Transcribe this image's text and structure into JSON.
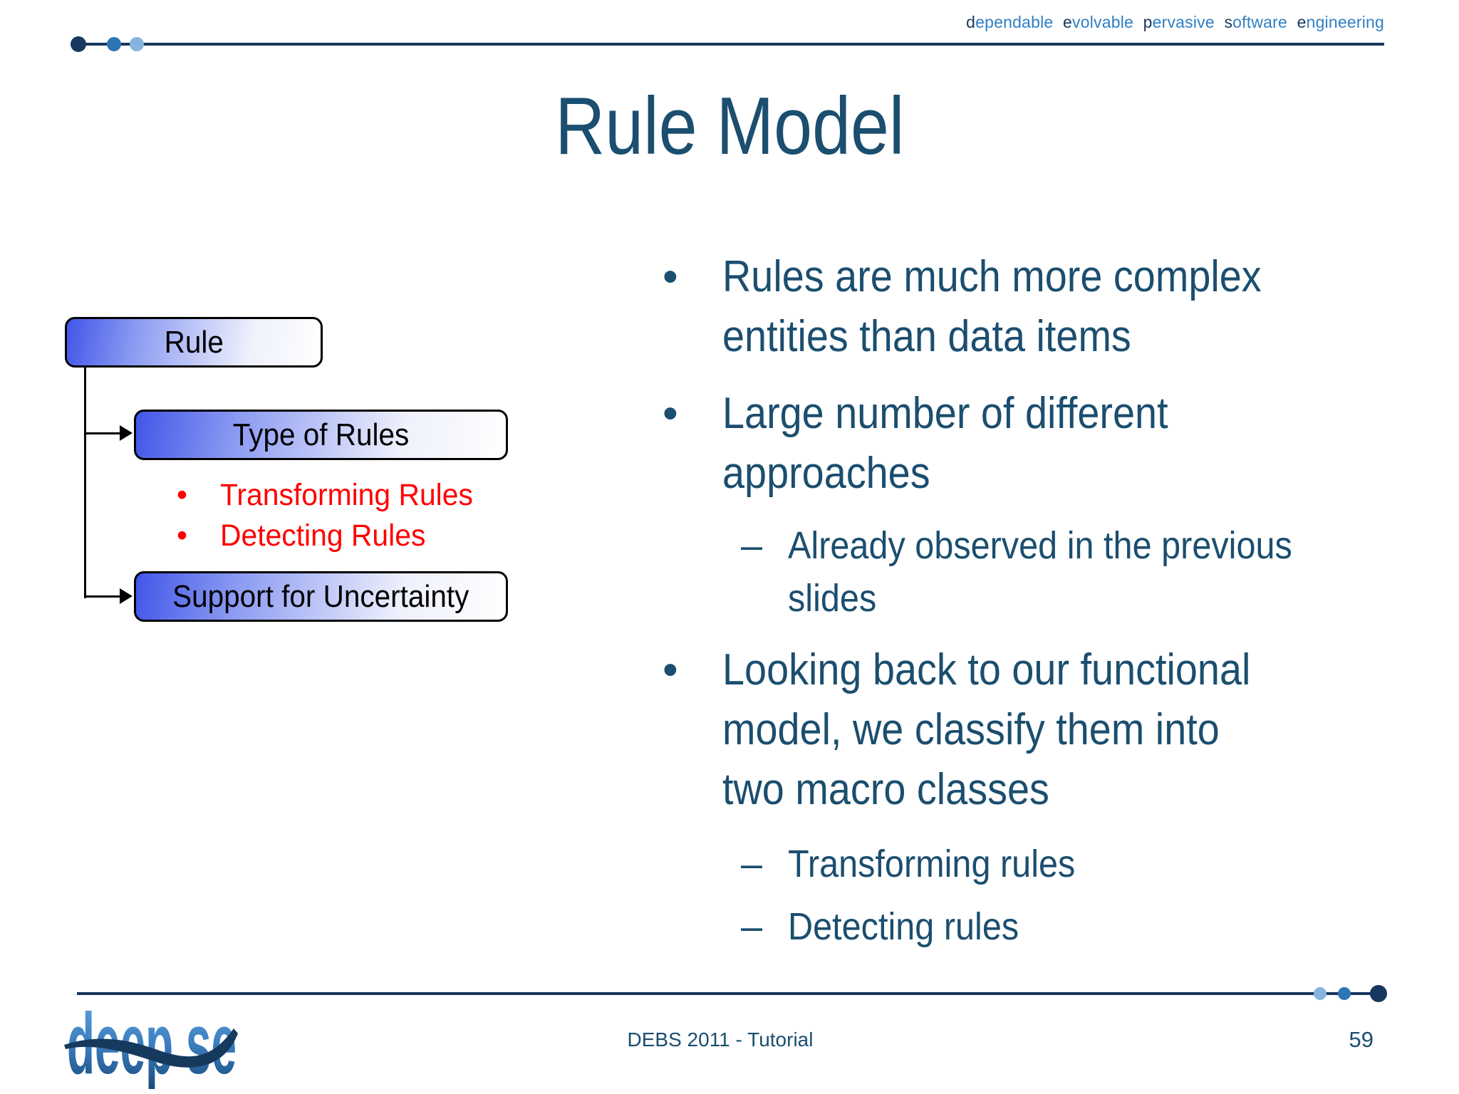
{
  "header": {
    "tagline_words": [
      {
        "head": "d",
        "tail": "ependable"
      },
      {
        "head": "e",
        "tail": "volvable"
      },
      {
        "head": "p",
        "tail": "ervasive"
      },
      {
        "head": "s",
        "tail": "oftware"
      },
      {
        "head": "e",
        "tail": "ngineering"
      }
    ]
  },
  "title": "Rule Model",
  "markers": {
    "bullet": "•",
    "dash": "–",
    "red_bullet": "•"
  },
  "diagram": {
    "root_box_label": "Rule",
    "type_box_label": "Type of Rules",
    "support_box_label": "Support for Uncertainty",
    "red_items": [
      "Transforming Rules",
      "Detecting Rules"
    ]
  },
  "content": [
    {
      "level": 1,
      "lines": [
        "Rules are much more complex",
        "entities than data items"
      ]
    },
    {
      "level": 1,
      "lines": [
        "Large number of different",
        "approaches"
      ]
    },
    {
      "level": 2,
      "lines": [
        "Already observed in the previous",
        "slides"
      ]
    },
    {
      "level": 1,
      "lines": [
        "Looking back to our functional",
        "model, we classify them into",
        "two macro classes"
      ]
    },
    {
      "level": 2,
      "lines": [
        "Transforming rules"
      ]
    },
    {
      "level": 2,
      "lines": [
        "Detecting rules"
      ]
    }
  ],
  "footer": {
    "logo_text": "deep se",
    "caption": "DEBS 2011 - Tutorial",
    "page_number": "59"
  },
  "colors": {
    "dark_navy": "#17375E",
    "medium_blue": "#2E75B6",
    "light_blue": "#85B4E0",
    "body_text_blue": "#1B4E6F",
    "tagline_light_blue": "#2F7FC4",
    "diagram_box_blue": "#4156E8",
    "red_text": "#FF0000",
    "box_border": "#000000"
  }
}
